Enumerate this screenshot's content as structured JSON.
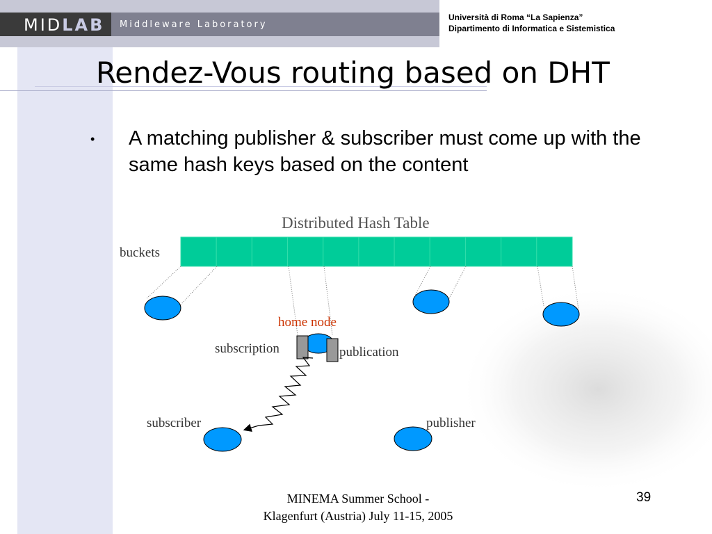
{
  "header": {
    "logo_main": "MID",
    "logo_accent": "LAB",
    "logo_subtitle": "Middleware Laboratory",
    "university_line1": "Università di Roma “La Sapienza”",
    "university_line2": "Dipartimento di Informatica e Sistemistica"
  },
  "slide": {
    "title": "Rendez-Vous routing based on DHT",
    "bullet": "A matching publisher & subscriber must come up with the same hash keys based on the content"
  },
  "diagram": {
    "dht_title": "Distributed Hash Table",
    "buckets_label": "buckets",
    "bucket_count": 11,
    "home_node_label": "home node",
    "subscription_label": "subscription",
    "publication_label": "publication",
    "subscriber_label": "subscriber",
    "publisher_label": "publisher",
    "colors": {
      "bucket": "#00cc99",
      "node": "#0099ff",
      "home_node_label": "#cc3300"
    }
  },
  "footer": {
    "line1": "MINEMA Summer School -",
    "line2": "Klagenfurt (Austria) July 11-15, 2005",
    "page_number": "39"
  }
}
